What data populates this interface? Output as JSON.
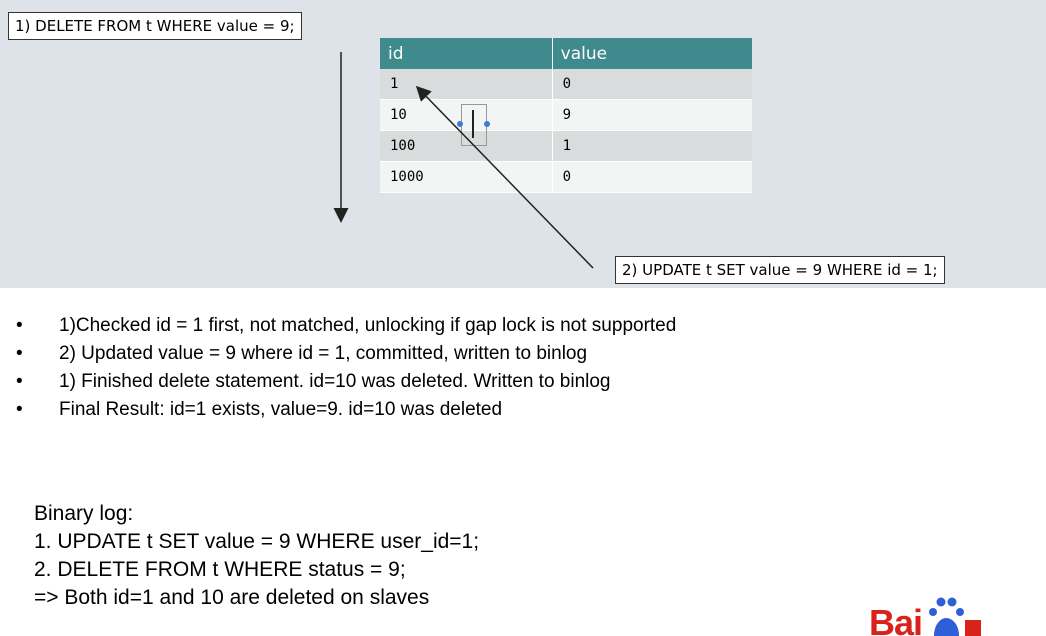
{
  "figure": {
    "delete_statement": "1) DELETE FROM t WHERE value = 9;",
    "update_statement": "2) UPDATE t SET value = 9 WHERE id = 1;",
    "table": {
      "headers": [
        "id",
        "value"
      ],
      "rows": [
        [
          "1",
          "0"
        ],
        [
          "10",
          "9"
        ],
        [
          "100",
          "1"
        ],
        [
          "1000",
          "0"
        ]
      ]
    },
    "colors": {
      "header": "#3e8a8c",
      "row_odd": "#d9dcdc",
      "row_even": "#f3f4f4",
      "background": "#dde3e8"
    }
  },
  "bullets": [
    "1)Checked id = 1 first, not matched, unlocking if gap lock is not supported",
    "2) Updated value = 9 where id = 1, committed, written to binlog",
    "1) Finished delete statement. id=10 was deleted. Written to binlog",
    "Final Result: id=1 exists, value=9. id=10 was deleted"
  ],
  "binlog": {
    "title": "Binary log:",
    "lines": [
      "1. UPDATE t SET value = 9 WHERE user_id=1;",
      "2. DELETE FROM t WHERE status = 9;",
      "=> Both id=1 and 10 are deleted on slaves"
    ]
  },
  "logo": {
    "text": "Bai",
    "color": "#d9231a"
  }
}
